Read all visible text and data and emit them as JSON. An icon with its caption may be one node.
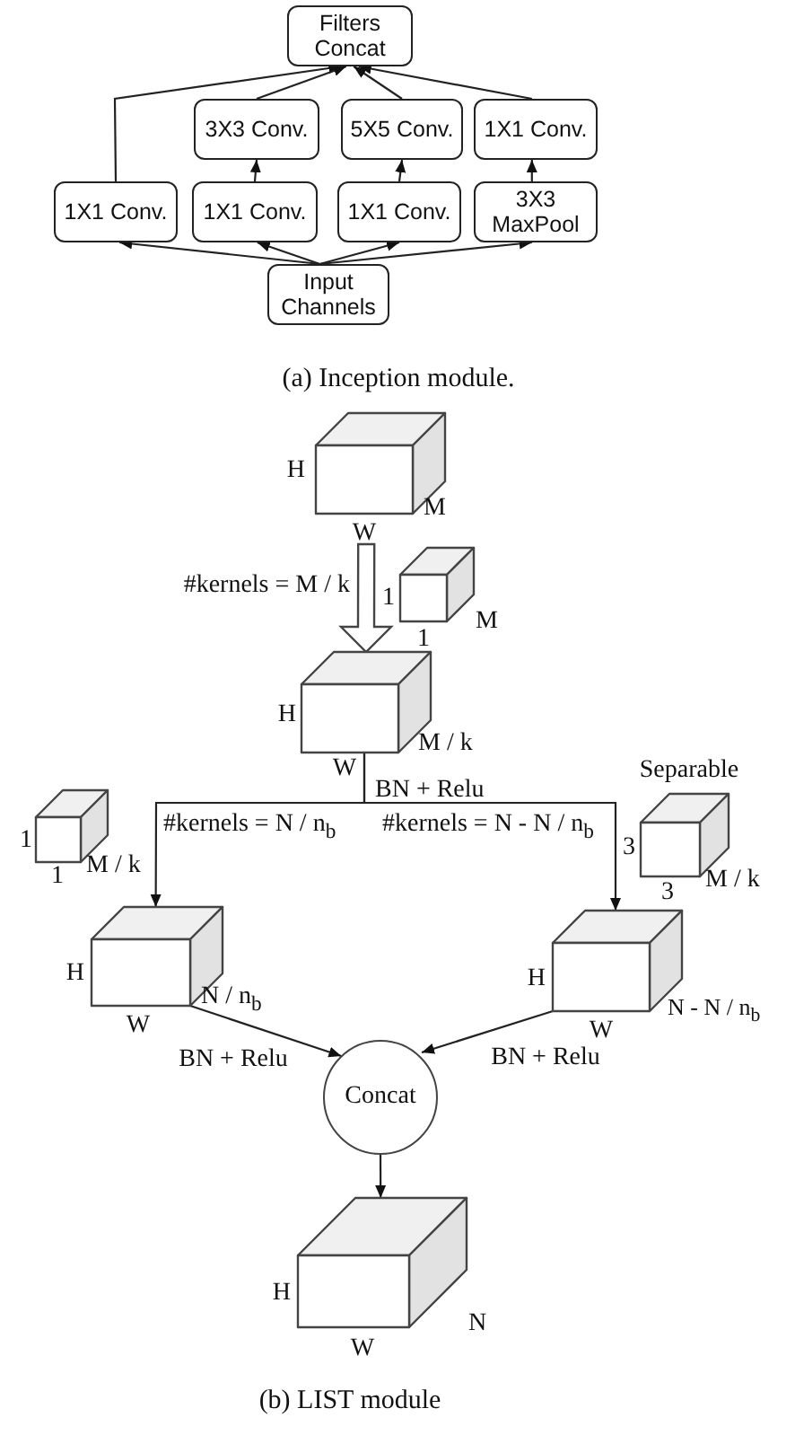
{
  "diagram": {
    "nodes": [
      {
        "text": [
          "Filters Concat"
        ]
      },
      {
        "text": [
          "3X3 Conv."
        ]
      },
      {
        "text": [
          "5X5 Conv."
        ]
      },
      {
        "text": [
          "1X1 Conv."
        ]
      },
      {
        "text": [
          "1X1 Conv."
        ]
      },
      {
        "text": [
          "1X1 Conv."
        ]
      },
      {
        "text": [
          "1X1 Conv."
        ]
      },
      {
        "text": [
          "3X3 MaxPool"
        ]
      },
      {
        "text": [
          "Input Channels"
        ]
      },
      {
        "text": [],
        "shape": "cube",
        "beside": [
          "H",
          "W",
          "M"
        ]
      },
      {
        "text": [],
        "shape": "cube",
        "beside": [
          "1",
          "1",
          "M"
        ]
      },
      {
        "text": [],
        "shape": "cube",
        "beside": [
          "H",
          "W",
          "M / k"
        ]
      },
      {
        "text": [],
        "shape": "cube",
        "beside": [
          "1",
          "1",
          "M / k"
        ]
      },
      {
        "text": [],
        "shape": "cube",
        "beside": [
          "H",
          "W",
          "N / n$_{b}$"
        ]
      },
      {
        "text": [],
        "shape": "cube",
        "beside": [
          "Separable",
          "3",
          "3",
          "M / k"
        ]
      },
      {
        "text": [],
        "shape": "cube",
        "beside": [
          "H",
          "W",
          "N - N / n$_{b}$"
        ]
      },
      {
        "text": [
          "Concat"
        ]
      },
      {
        "text": [],
        "shape": "cube",
        "beside": [
          "H",
          "W",
          "N"
        ]
      }
    ],
    "edges": [
      {
        "from": 8,
        "to": 4,
        "arrow": "to"
      },
      {
        "from": 8,
        "to": 5,
        "arrow": "to"
      },
      {
        "from": 8,
        "to": 6,
        "arrow": "to"
      },
      {
        "from": 8,
        "to": 7,
        "arrow": "to"
      },
      {
        "from": 5,
        "to": 1,
        "arrow": "to"
      },
      {
        "from": 6,
        "to": 2,
        "arrow": "to"
      },
      {
        "from": 7,
        "to": 3,
        "arrow": "to"
      },
      {
        "from": 4,
        "to": 0,
        "arrow": "to"
      },
      {
        "from": 1,
        "to": 0,
        "arrow": "to"
      },
      {
        "from": 2,
        "to": 0,
        "arrow": "to"
      },
      {
        "from": 3,
        "to": 0,
        "arrow": "to"
      },
      {
        "from": 9,
        "to": 11,
        "arrow": "to",
        "style": "thick",
        "label": "#kernels = M / k"
      },
      {
        "from": 11,
        "to": 13,
        "arrow": "to",
        "label": "#kernels = N / n$_{b}$"
      },
      {
        "from": 11,
        "to": 15,
        "arrow": "to",
        "label": "#kernels = N - N / n$_{b}$"
      },
      {
        "from": 13,
        "to": 16,
        "arrow": "to",
        "label": "BN + Relu"
      },
      {
        "from": 15,
        "to": 16,
        "arrow": "to",
        "label": "BN + Relu"
      },
      {
        "from": 16,
        "to": 17,
        "arrow": "to"
      }
    ],
    "labels": [
      "(a) Inception module.",
      "BN + Relu",
      "(b) LIST module"
    ]
  }
}
